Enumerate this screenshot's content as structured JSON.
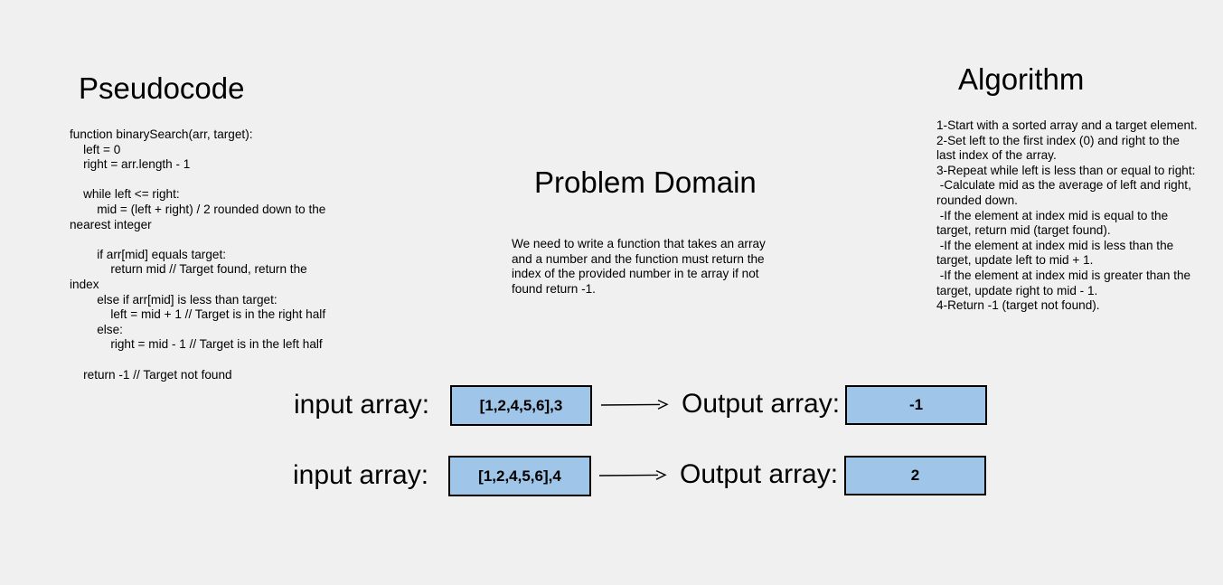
{
  "pseudocode": {
    "title": "Pseudocode",
    "lines": [
      "function binarySearch(arr, target):",
      "    left = 0",
      "    right = arr.length - 1",
      "",
      "    while left <= right:",
      "        mid = (left + right) / 2 rounded down to the nearest integer",
      "",
      "        if arr[mid] equals target:",
      "            return mid // Target found, return the index",
      "        else if arr[mid] is less than target:",
      "            left = mid + 1 // Target is in the right half",
      "        else:",
      "            right = mid - 1 // Target is in the left half",
      "",
      "    return -1 // Target not found"
    ]
  },
  "problem_domain": {
    "title": "Problem Domain",
    "text": "We need to write a function that takes an array and a number and the function must return the index of the provided number in te array if not found return -1."
  },
  "algorithm": {
    "title": "Algorithm",
    "lines": [
      "1-Start with a sorted array and a target element.",
      "2-Set left to the first index (0) and right to the last index of the array.",
      "3-Repeat while left is less than or equal to right:",
      " -Calculate mid as the average of left and right, rounded down.",
      " -If the element at index mid is equal to the target, return mid (target found).",
      " -If the element at index mid is less than the target, update left to mid + 1.",
      " -If the element at index mid is greater than the target, update right to mid - 1.",
      "4-Return -1 (target not found)."
    ]
  },
  "examples": [
    {
      "input_label": "input array:",
      "input_value": "[1,2,4,5,6],3",
      "output_label": "Output array:",
      "output_value": "-1"
    },
    {
      "input_label": "input array:",
      "input_value": "[1,2,4,5,6],4",
      "output_label": "Output array:",
      "output_value": "2"
    }
  ],
  "colors": {
    "background": "#f0f0f0",
    "box_fill": "#9fc5e8",
    "border": "#000000"
  }
}
